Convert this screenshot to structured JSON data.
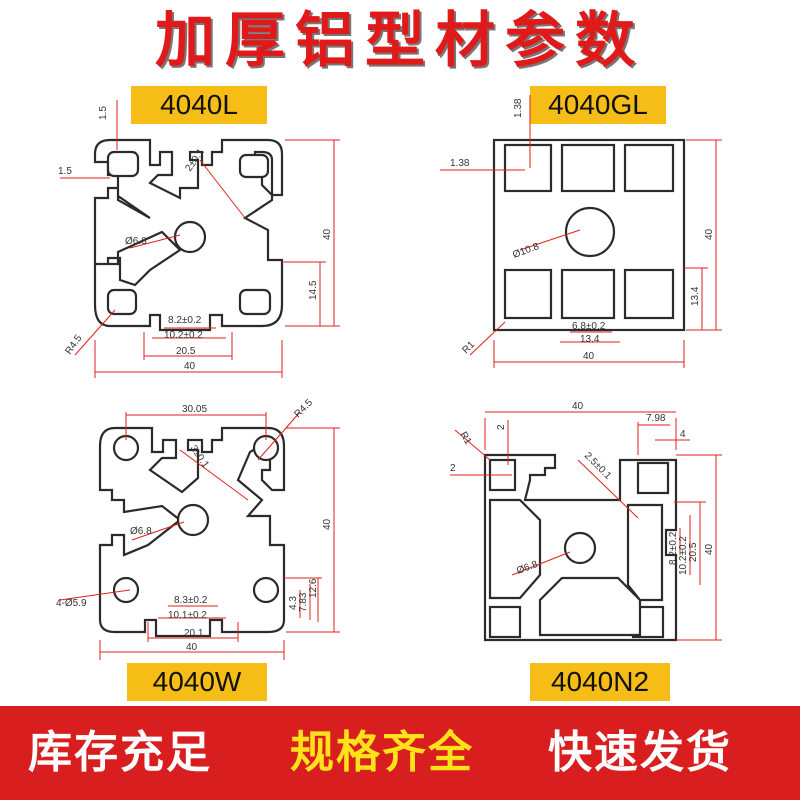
{
  "title": "加厚铝型材参数",
  "colors": {
    "title": "#e01a1a",
    "label_bg": "#f6bd16",
    "banner": "#d81e1e",
    "dim": "#e0201c"
  },
  "profiles": [
    {
      "name": "4040L",
      "dims": {
        "wall": "1.5",
        "wall_top": "1.5",
        "slot": "2±0.1",
        "bore": "Ø6.8",
        "height": "40",
        "slot_depth": "14.5",
        "slot_inner": "8.2±0.2",
        "slot_outer": "10.2±0.2",
        "span": "20.5",
        "width": "40",
        "radius": "R4.5"
      }
    },
    {
      "name": "4040GL",
      "dims": {
        "wall_top": "1.38",
        "wall_side": "1.38",
        "bore": "Ø10.8",
        "height": "40",
        "slot_depth": "13.4",
        "slot_inner": "6.8±0.2",
        "slot_outer": "13.4",
        "width": "40",
        "radius": "R1"
      }
    },
    {
      "name": "4040W",
      "dims": {
        "hole_span": "30.05",
        "radius": "R4.5",
        "slot": "3±0.1",
        "bore": "Ø6.8",
        "height": "40",
        "holes": "4-Ø5.9",
        "d1": "7.83",
        "d2": "12.6",
        "d3": "4.3",
        "slot_inner": "8.3±0.2",
        "slot_outer": "10.1±0.2",
        "span": "20.1",
        "width": "40"
      }
    },
    {
      "name": "4040N2",
      "dims": {
        "width": "40",
        "radius": "R1",
        "wall": "2",
        "wall_side": "2",
        "d1": "7.98",
        "d2": "4",
        "slot": "2.5±0.1",
        "slot_inner": "8.2±0.2",
        "slot_outer": "10.2±0.2",
        "span": "20.5",
        "height": "40",
        "bore": "Ø6.8"
      }
    }
  ],
  "banner": {
    "left": "库存充足",
    "mid": "规格齐全",
    "right": "快速发货"
  }
}
